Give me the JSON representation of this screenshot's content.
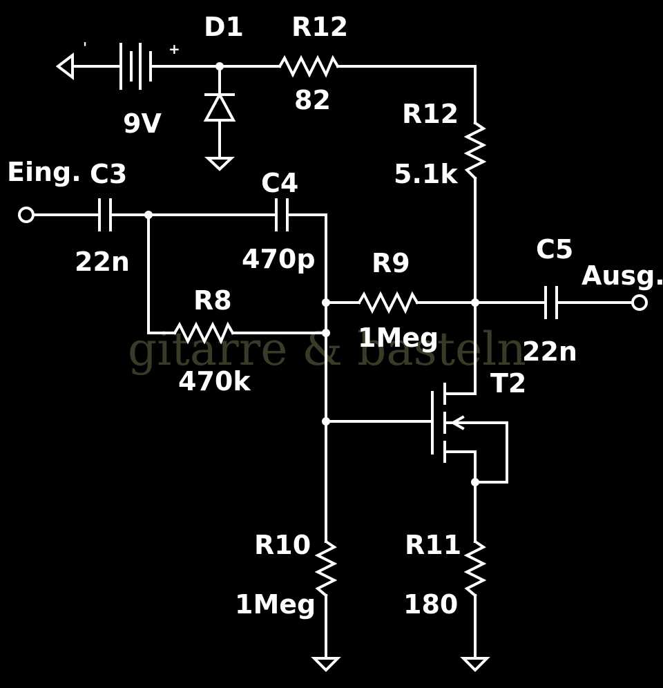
{
  "labels": {
    "d1": "D1",
    "r12_top": "R12",
    "r12_top_value": "82",
    "battery_value": "9V",
    "battery_minus": "'",
    "battery_plus": "+",
    "r12_right": "R12",
    "r12_right_value": "5.1k",
    "input": "Eing.",
    "c3": "C3",
    "c3_value": "22n",
    "c4": "C4",
    "c4_value": "470p",
    "r9": "R9",
    "r9_value": "1Meg",
    "r8": "R8",
    "r8_value": "470k",
    "c5": "C5",
    "c5_value": "22n",
    "output": "Ausg.",
    "t2": "T2",
    "r10": "R10",
    "r10_value": "1Meg",
    "r11": "R11",
    "r11_value": "180"
  },
  "watermark": "gitarre & basteln",
  "colors": {
    "background": "#000000",
    "wire": "#ffffff",
    "watermark": "#3a3a28"
  }
}
